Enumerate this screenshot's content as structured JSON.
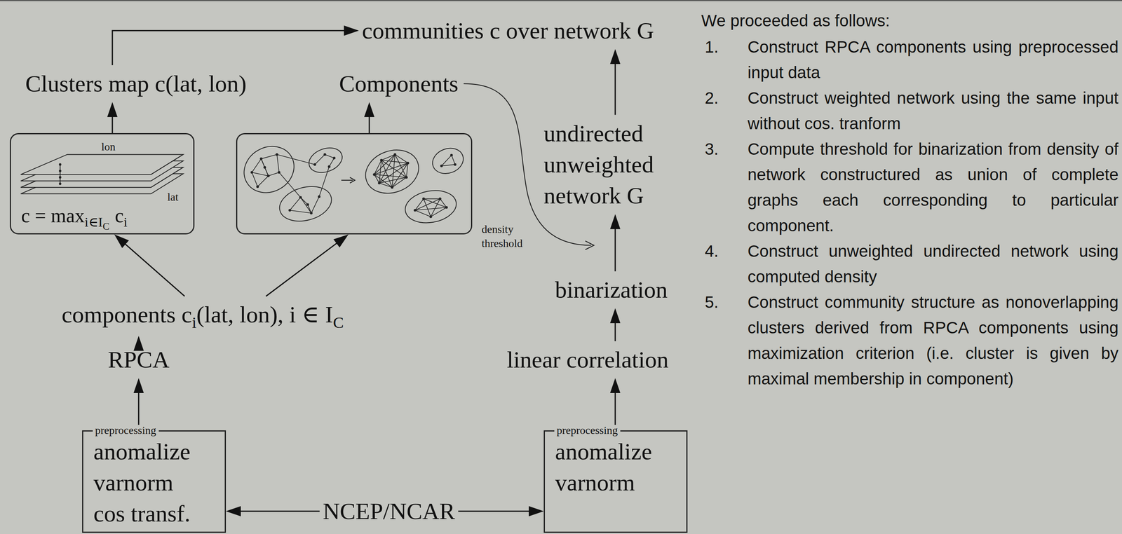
{
  "diagram": {
    "nodes": [
      {
        "text": [
          "communities c over network G"
        ]
      },
      {
        "text": [
          "Clusters map c(lat, lon)"
        ]
      },
      {
        "text": [
          "Components"
        ]
      },
      {
        "text": [
          "lon",
          "lat",
          "c = max",
          "i∈I",
          "C",
          "c",
          "i"
        ]
      },
      {
        "text": []
      },
      {
        "text": [
          "undirected unweighted network G"
        ]
      },
      {
        "text": [
          "binarization"
        ]
      },
      {
        "text": [
          "components c",
          "i",
          "(lat, lon), i ∈ I",
          "C"
        ]
      },
      {
        "text": [
          "RPCA"
        ]
      },
      {
        "text": [
          "linear correlation"
        ]
      },
      {
        "text": [
          "preprocessing",
          "anomalize varnorm cos transf."
        ]
      },
      {
        "text": [
          "NCEP/NCAR"
        ]
      },
      {
        "text": [
          "preprocessing",
          "anomalize varnorm"
        ]
      }
    ],
    "edges": [
      {
        "from": 11,
        "to": 10,
        "arrow": "to"
      },
      {
        "from": 11,
        "to": 12,
        "arrow": "to"
      },
      {
        "from": 10,
        "to": 8,
        "arrow": "to"
      },
      {
        "from": 8,
        "to": 7,
        "arrow": "to"
      },
      {
        "from": 7,
        "to": 3,
        "arrow": "to"
      },
      {
        "from": 7,
        "to": 4,
        "arrow": "to"
      },
      {
        "from": 3,
        "to": 1,
        "arrow": "to"
      },
      {
        "from": 4,
        "to": 2,
        "arrow": "to"
      },
      {
        "from": 1,
        "to": 0,
        "arrow": "to"
      },
      {
        "from": 12,
        "to": 9,
        "arrow": "to"
      },
      {
        "from": 9,
        "to": 6,
        "arrow": "to"
      },
      {
        "from": 6,
        "to": 5,
        "arrow": "to"
      },
      {
        "from": 5,
        "to": 0,
        "arrow": "to"
      }
    ],
    "labels": [
      "density threshold",
      "We proceeded as follows:",
      "1.",
      "Construct RPCA components using preprocessed input data",
      "2.",
      "Construct weighted network using the same input without cos. tranform",
      "3.",
      "Compute threshold for binarization from density of network constructured as union of complete graphs each corresponding to particular component.",
      "4.",
      "Construct unweighted undirected network using computed density",
      "5.",
      "Construct community structure as nonoverlapping clusters derived from RPCA components using maximization criterion (i.e. cluster is given by maximal membership in component)"
    ]
  }
}
